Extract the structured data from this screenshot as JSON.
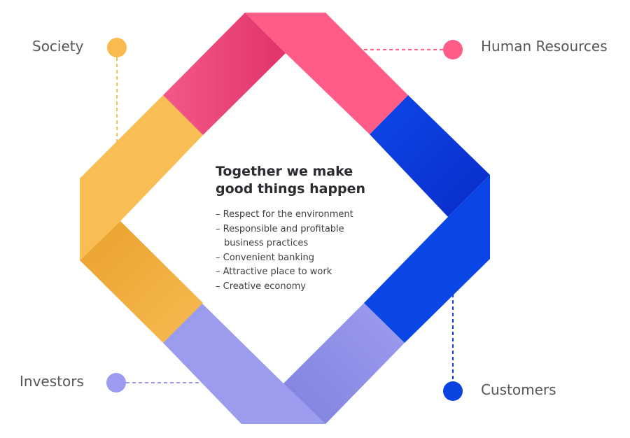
{
  "center": {
    "title": "Together we make good things happen",
    "items": [
      "Respect for the environment",
      "Responsible and profitable business practices",
      "Convenient banking",
      "Attractive place to work",
      "Creative economy"
    ]
  },
  "stakeholders": [
    {
      "key": "society",
      "label": "Society",
      "color": "#f9bb4f"
    },
    {
      "key": "human_resources",
      "label": "Human Resources",
      "color": "#ff5c87"
    },
    {
      "key": "investors",
      "label": "Investors",
      "color": "#9b9cef"
    },
    {
      "key": "customers",
      "label": "Customers",
      "color": "#0a44e0"
    }
  ],
  "ribbon_colors": {
    "pink": "#f04a7c",
    "pink_light": "#ff5c87",
    "blue": "#0a46e6",
    "blue_dark": "#0930cf",
    "yellow": "#f9bd55",
    "yellow_dark": "#eaa430",
    "lavender": "#9b9cee",
    "lavender_dark": "#8789e2"
  }
}
